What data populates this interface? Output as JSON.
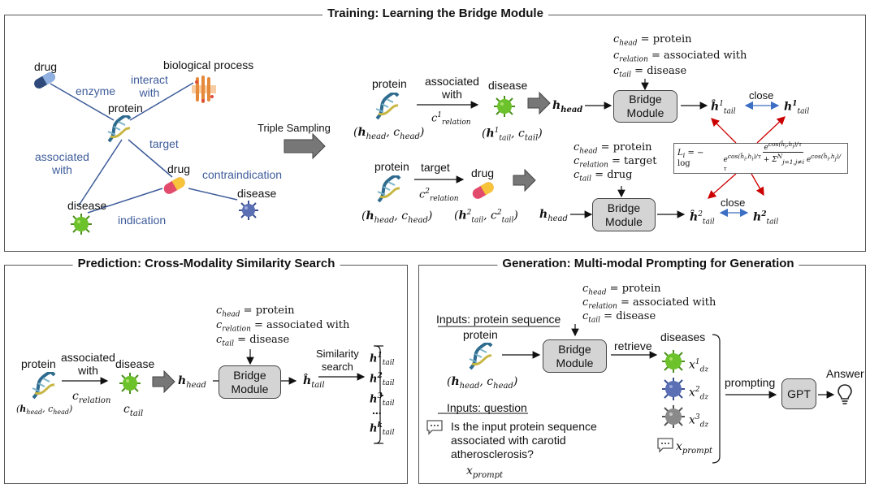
{
  "training": {
    "title": "Training: Learning the Bridge Module",
    "graph": {
      "drug_top": "drug",
      "bio_process": "biological process",
      "enzyme": "enzyme",
      "interact_with": "interact\nwith",
      "protein": "protein",
      "target": "target",
      "associated_with": "associated\nwith",
      "drug_mid": "drug",
      "contraindication": "contraindication",
      "disease_left": "disease",
      "disease_right": "disease",
      "indication": "indication"
    },
    "triple_sampling": "Triple Sampling",
    "triple1": {
      "head": "protein",
      "relation": "associated\nwith",
      "tail": "disease",
      "head_tuple": "(h_head, c_head)",
      "rel_math": "c¹relation",
      "tail_tuple": "(h¹tail, c_tail)"
    },
    "triple2": {
      "head": "protein",
      "relation": "target",
      "tail": "drug",
      "head_tuple": "(h_head, c_head)",
      "rel_math": "c²relation",
      "tail_tuple": "(h²tail, c²tail)"
    },
    "cond1": [
      "c_head = protein",
      "c_relation = associated with",
      "c_tail = disease"
    ],
    "cond2": [
      "c_head = protein",
      "c_relation = target",
      "c_tail = drug"
    ],
    "bridge_label": "Bridge\nModule",
    "h_head": "h_head",
    "hat1": "ĥ¹tail",
    "h1": "h¹tail",
    "hat2": "ĥ²tail",
    "h2": "h²tail",
    "close": "close",
    "loss": "L_i = − log",
    "loss_num": "e^{cos(ĥ_i, h_i)/τ}",
    "loss_den": "e^{cos(ĥ_i,h_i)/τ} + Σ_{j=1,j≠i}^N e^{cos(ĥ_i,h_j)/τ}"
  },
  "prediction": {
    "title": "Prediction: Cross-Modality Similarity Search",
    "protein": "protein",
    "associated_with": "associated\nwith",
    "disease": "disease",
    "head_tuple": "(h_head, c_head)",
    "c_relation": "c_relation",
    "c_tail": "c_tail",
    "h_head": "h_head",
    "cond": [
      "c_head = protein",
      "c_relation = associated with",
      "c_tail = disease"
    ],
    "bridge_label": "Bridge\nModule",
    "hat_tail": "ĥ_tail",
    "similarity_search": "Similarity\nsearch",
    "results": [
      "h¹tail",
      "h²tail",
      "h³tail",
      "...",
      "hᵏtail"
    ]
  },
  "generation": {
    "title": "Generation: Multi-modal Prompting for Generation",
    "inputs_protein": "Inputs: protein sequence",
    "protein": "protein",
    "head_tuple": "(h_head, c_head)",
    "cond": [
      "c_head = protein",
      "c_relation = associated with",
      "c_tail = disease"
    ],
    "bridge_label": "Bridge\nModule",
    "retrieve": "retrieve",
    "diseases": "diseases",
    "x1": "x¹dz",
    "x2": "x²dz",
    "x3": "x³dz",
    "x_prompt": "x_prompt",
    "prompting": "prompting",
    "gpt": "GPT",
    "answer": "Answer",
    "inputs_question": "Inputs: question",
    "question": "Is the input protein sequence\nassociated with carotid\natherosclerosis?",
    "x_prompt_q": "x_prompt"
  },
  "colors": {
    "border": "#555555",
    "box": "#d4d4d4",
    "edge": "#3e5c9a",
    "loss_arrow": "#cc0000",
    "close_arrow": "#3c6fc4"
  }
}
